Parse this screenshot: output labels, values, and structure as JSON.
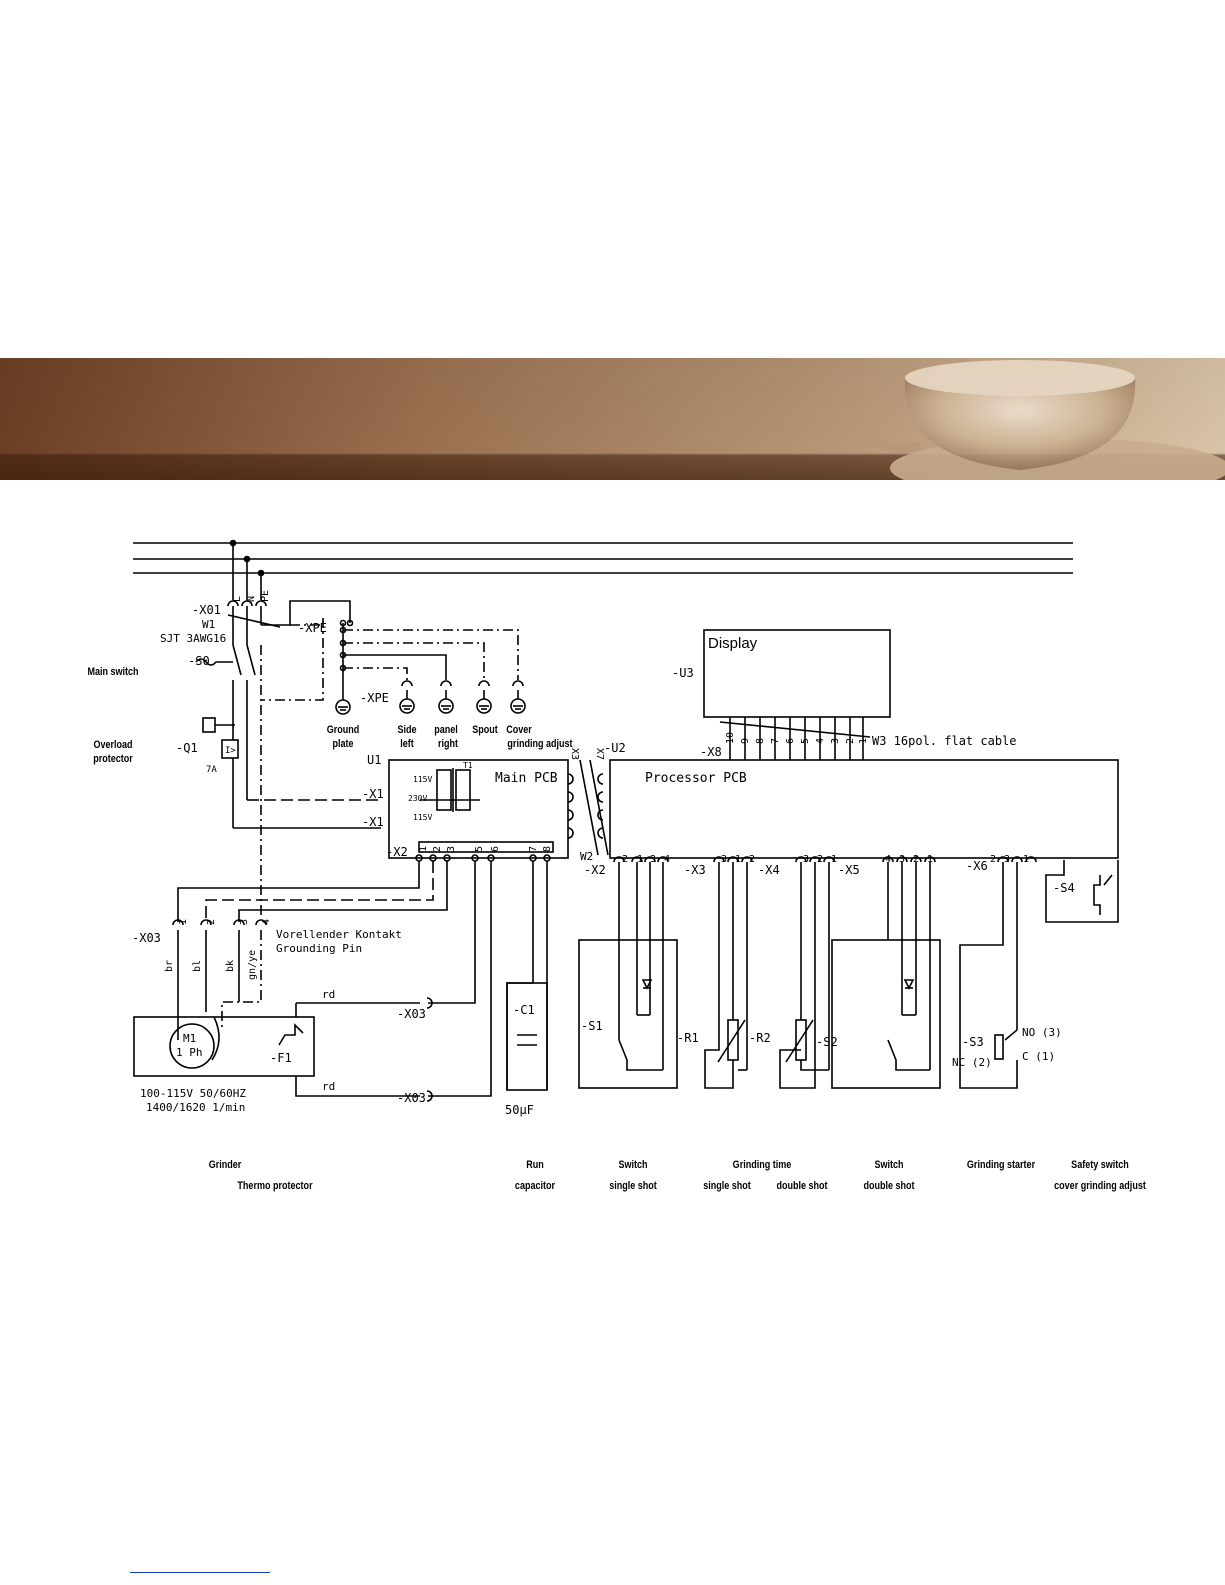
{
  "designators": {
    "x01": "-X01",
    "w1": "W1",
    "cable": "SJT 3AWG16",
    "s0": "-S0",
    "q1": "-Q1",
    "q1_rating": "7A",
    "xpe": "-XPE",
    "xpe2": "-XPE",
    "u1": "U1",
    "main_pcb": "Main PCB",
    "u2": "-U2",
    "processor_pcb": "Processor PCB",
    "u3": "-U3",
    "display": "Display",
    "x8": "-X8",
    "w3": "W3 16pol. flat cable",
    "x1a": "-X1",
    "x1b": "-X1",
    "x2": "-X2",
    "x03a": "-X03",
    "x03b": "-X03",
    "x03c": "-X03",
    "x2b": "-X2",
    "x3": "-X3",
    "x4": "-X4",
    "x5": "-X5",
    "x6": "-X6",
    "c1": "-C1",
    "c1_value": "50μF",
    "s1": "-S1",
    "r1": "-R1",
    "r2": "-R2",
    "s2": "-S2",
    "s3": "-S3",
    "s4": "-S4",
    "f1": "-F1",
    "m1": "M1",
    "m1_phase": "1 Ph",
    "w2": "W2",
    "x7": "X7",
    "x3b": "X3",
    "v115a": "115V",
    "v230": "230V",
    "v115b": "115V",
    "t1": "T1",
    "no": "NO (3)",
    "nc": "NC (2)",
    "c": "C (1)",
    "rd1": "rd",
    "rd2": "rd",
    "lead_br": "br",
    "lead_bl": "bl",
    "lead_bk": "bk",
    "lead_gnye": "gn/ye",
    "vorellender": "Vorellender Kontakt",
    "grounding_pin": "Grounding Pin",
    "motor_spec1": "100-115V 50/60HZ",
    "motor_spec2": "1400/1620 1/min",
    "line_l": "L",
    "line_n": "N",
    "line_pe": "PE"
  },
  "side_labels": {
    "main_switch": "Main switch",
    "overload_1": "Overload",
    "overload_2": "protector"
  },
  "ground_labels": {
    "ground_1": "Ground",
    "ground_2": "plate",
    "side_1": "Side",
    "side_2": "left",
    "panel_1": "panel",
    "panel_2": "right",
    "spout": "Spout",
    "cover_1": "Cover",
    "cover_2": "grinding adjust"
  },
  "bottom_labels": {
    "grinder": "Grinder",
    "thermo": "Thermo protector",
    "run_1": "Run",
    "run_2": "capacitor",
    "switch1_1": "Switch",
    "switch1_2": "single shot",
    "grind_time": "Grinding time",
    "single_shot": "single shot",
    "double_shot": "double shot",
    "switch2_1": "Switch",
    "switch2_2": "double shot",
    "starter": "Grinding starter",
    "safety_1": "Safety switch",
    "safety_2": "cover grinding adjust"
  },
  "pins": {
    "display": [
      "10",
      "9",
      "8",
      "7",
      "6",
      "5",
      "4",
      "3",
      "2",
      "1"
    ],
    "x2b": [
      "2",
      "1",
      "3",
      "4"
    ],
    "x3": [
      "3",
      "1",
      "2"
    ],
    "x4": [
      "3",
      "2",
      "1"
    ],
    "x5": [
      "4",
      "3",
      "2",
      "1"
    ],
    "x6": [
      "2",
      "3",
      "1"
    ],
    "x03": [
      "1",
      "2",
      "3",
      "4"
    ],
    "x2": [
      "1",
      "2",
      "3",
      "5",
      "6",
      "7",
      "8"
    ]
  }
}
